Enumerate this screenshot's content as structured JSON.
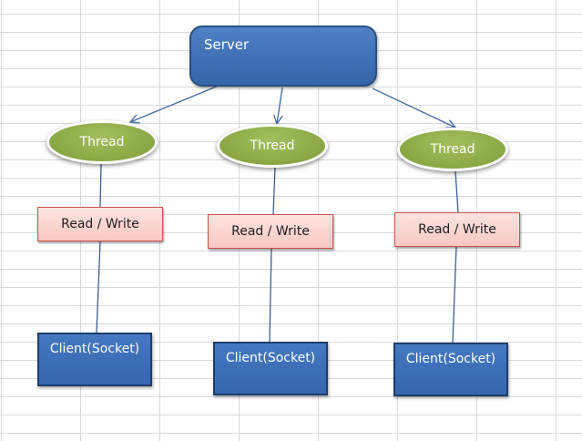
{
  "diagram": {
    "server": {
      "label": "Server"
    },
    "branches": [
      {
        "thread": "Thread",
        "read_write": "Read / Write",
        "client": "Client(Socket)"
      },
      {
        "thread": "Thread",
        "read_write": "Read / Write",
        "client": "Client(Socket)"
      },
      {
        "thread": "Thread",
        "read_write": "Read / Write",
        "client": "Client(Socket)"
      }
    ]
  },
  "colors": {
    "server_fill": "#3d6fb3",
    "thread_fill": "#8eab48",
    "read_write_fill": "#f9c8c3",
    "read_write_border": "#c9524d",
    "client_fill": "#3566ae",
    "arrow": "#4a6fa5",
    "connector": "#3d5f8f",
    "grid": "#d6d8dc"
  }
}
